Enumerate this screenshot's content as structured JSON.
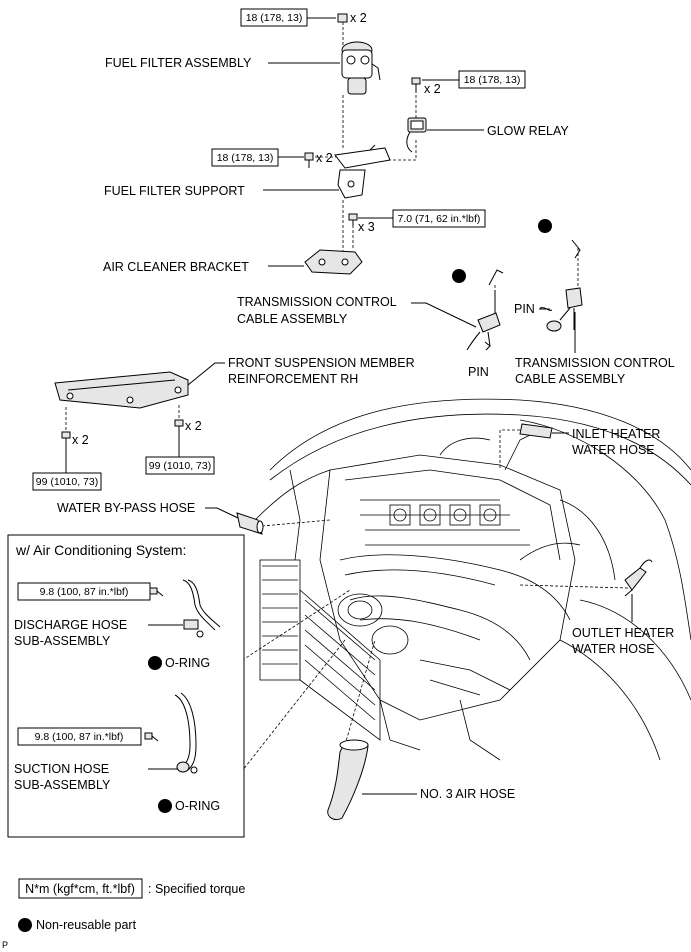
{
  "torque": {
    "t18": "18 (178, 13)",
    "t7": "7.0 (71, 62 in.*lbf)",
    "t99": "99 (1010, 73)",
    "t98": "9.8 (100, 87 in.*lbf)"
  },
  "qty": {
    "x2": "x 2",
    "x3": "x 3"
  },
  "labels": {
    "fuel_filter_assembly": "FUEL FILTER ASSEMBLY",
    "glow_relay": "GLOW RELAY",
    "fuel_filter_support": "FUEL FILTER SUPPORT",
    "air_cleaner_bracket": "AIR CLEANER BRACKET",
    "tcca_left_1": "TRANSMISSION CONTROL",
    "tcca_left_2": "CABLE ASSEMBLY",
    "tcca_right_1": "TRANSMISSION CONTROL",
    "tcca_right_2": "CABLE ASSEMBLY",
    "pin": "PIN",
    "fsmr_1": "FRONT SUSPENSION MEMBER",
    "fsmr_2": "REINFORCEMENT RH",
    "inlet_1": "INLET HEATER",
    "inlet_2": "WATER HOSE",
    "water_bypass": "WATER BY-PASS HOSE",
    "outlet_1": "OUTLET HEATER",
    "outlet_2": "WATER HOSE",
    "no3_air_hose": "NO. 3 AIR HOSE",
    "ac_title": "w/ Air Conditioning System:",
    "discharge_1": "DISCHARGE HOSE",
    "discharge_2": "SUB-ASSEMBLY",
    "suction_1": "SUCTION HOSE",
    "suction_2": "SUB-ASSEMBLY",
    "o_ring": "O-RING"
  },
  "legend": {
    "torque_box": "N*m (kgf*cm, ft.*lbf)",
    "torque_desc": ": Specified torque",
    "nonreusable": "Non-reusable part"
  },
  "footer": "P"
}
